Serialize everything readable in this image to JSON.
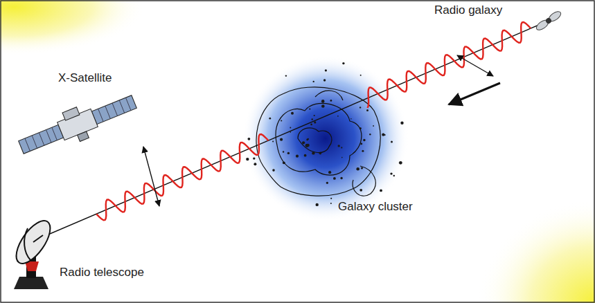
{
  "diagram": {
    "labels": [
      "Radio galaxy",
      "X-Satellite",
      "Galaxy cluster",
      "Radio telescope"
    ]
  }
}
